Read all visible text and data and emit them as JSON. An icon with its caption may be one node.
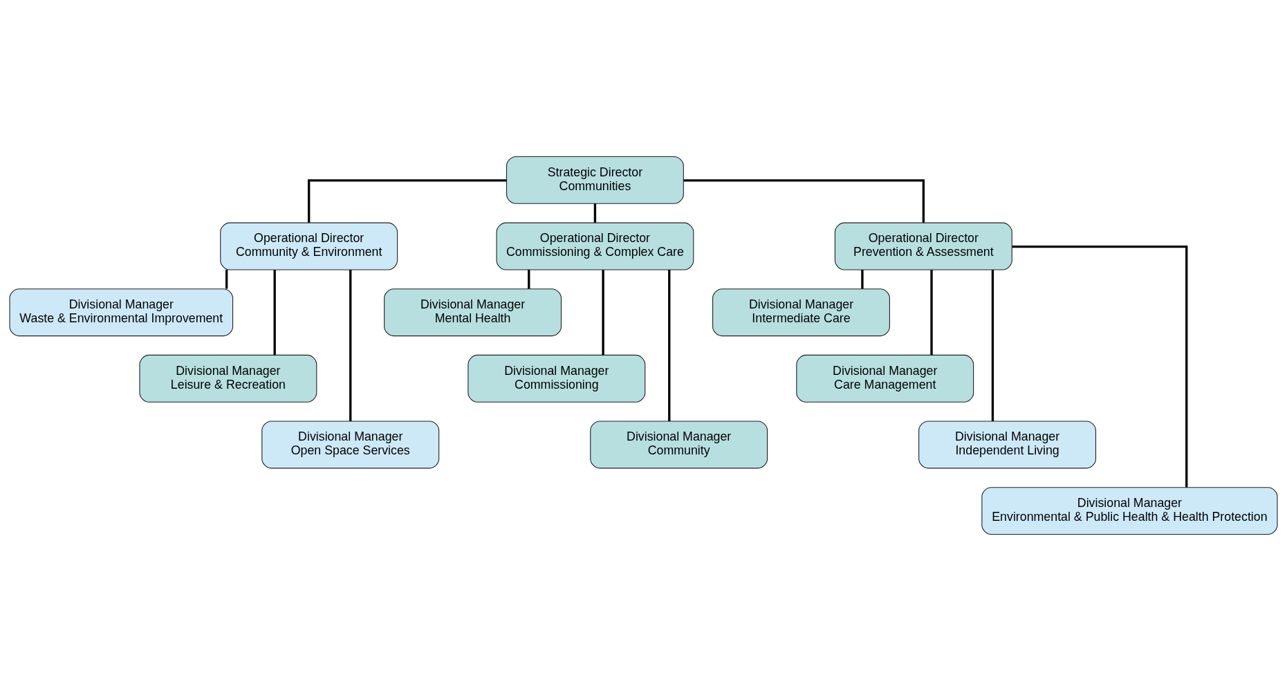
{
  "diagram": {
    "nodes": [
      {
        "text": [
          "Strategic Director",
          "Communities"
        ]
      },
      {
        "text": [
          "Operational Director",
          "Community & Environment"
        ]
      },
      {
        "text": [
          "Operational Director",
          "Commissioning & Complex Care"
        ]
      },
      {
        "text": [
          "Operational Director",
          "Prevention & Assessment"
        ]
      },
      {
        "text": [
          "Divisional Manager",
          "Waste & Environmental Improvement"
        ]
      },
      {
        "text": [
          "Divisional Manager",
          "Leisure & Recreation"
        ]
      },
      {
        "text": [
          "Divisional Manager",
          "Open Space Services"
        ]
      },
      {
        "text": [
          "Divisional Manager",
          "Mental Health"
        ]
      },
      {
        "text": [
          "Divisional Manager",
          "Commissioning"
        ]
      },
      {
        "text": [
          "Divisional Manager",
          "Community"
        ]
      },
      {
        "text": [
          "Divisional Manager",
          "Intermediate Care"
        ]
      },
      {
        "text": [
          "Divisional Manager",
          "Care Management"
        ]
      },
      {
        "text": [
          "Divisional Manager",
          "Independent Living"
        ]
      },
      {
        "text": [
          "Divisional Manager",
          "Environmental & Public Health & Health Protection"
        ]
      }
    ],
    "edges": [
      {
        "from": 0,
        "to": 1,
        "arrow": "none"
      },
      {
        "from": 0,
        "to": 2,
        "arrow": "none"
      },
      {
        "from": 0,
        "to": 3,
        "arrow": "none"
      },
      {
        "from": 1,
        "to": 4,
        "arrow": "none"
      },
      {
        "from": 1,
        "to": 5,
        "arrow": "none"
      },
      {
        "from": 1,
        "to": 6,
        "arrow": "none"
      },
      {
        "from": 2,
        "to": 7,
        "arrow": "none"
      },
      {
        "from": 2,
        "to": 8,
        "arrow": "none"
      },
      {
        "from": 2,
        "to": 9,
        "arrow": "none"
      },
      {
        "from": 3,
        "to": 10,
        "arrow": "none"
      },
      {
        "from": 3,
        "to": 11,
        "arrow": "none"
      },
      {
        "from": 3,
        "to": 12,
        "arrow": "none"
      },
      {
        "from": 3,
        "to": 13,
        "arrow": "none"
      }
    ]
  }
}
